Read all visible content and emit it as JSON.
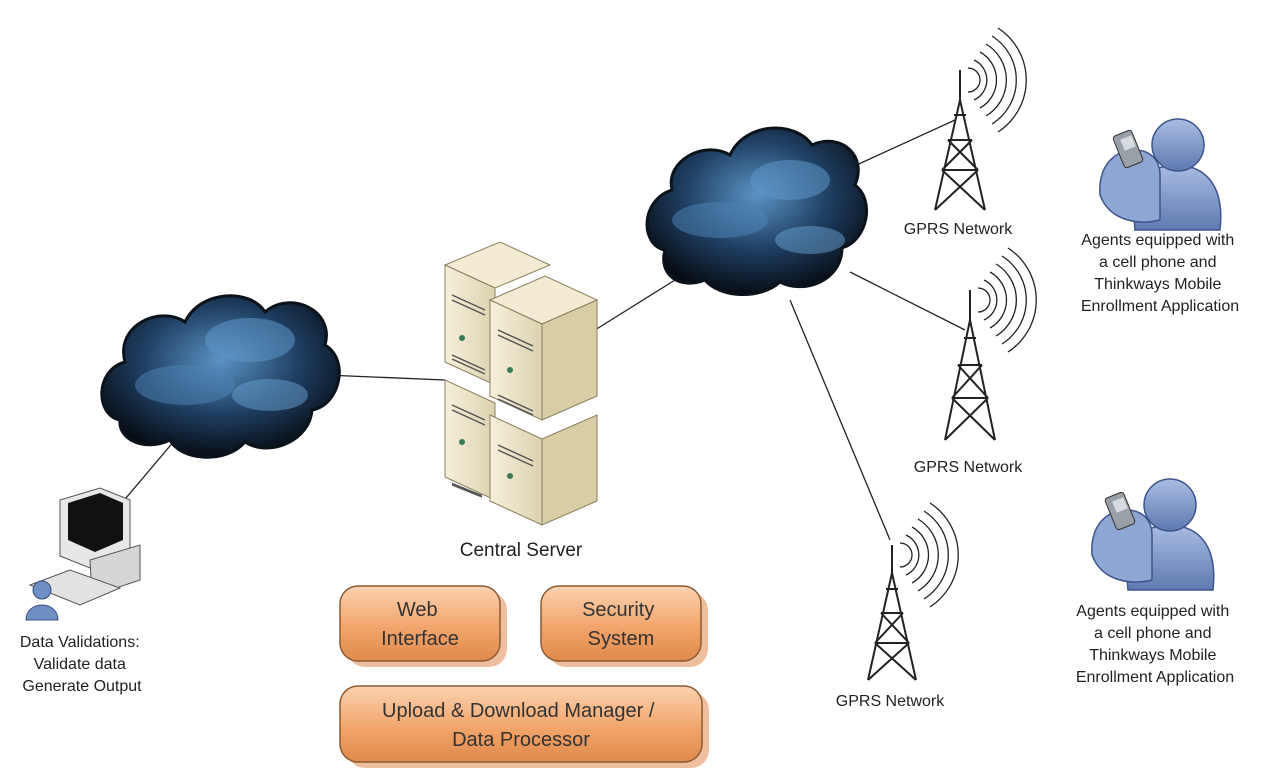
{
  "diagram": {
    "server_label": "Central Server",
    "workstation_label": [
      "Data Validations:",
      "Validate data",
      "Generate Output"
    ],
    "towers": [
      {
        "label": "GPRS Network"
      },
      {
        "label": "GPRS Network"
      },
      {
        "label": "GPRS Network"
      }
    ],
    "agents": [
      {
        "label": [
          "Agents equipped with",
          "a cell phone and",
          "Thinkways Mobile",
          "Enrollment Application"
        ]
      },
      {
        "label": [
          "Agents equipped with",
          "a cell phone and",
          "Thinkways Mobile",
          "Enrollment Application"
        ]
      }
    ],
    "modules": {
      "web_interface": [
        "Web",
        "Interface"
      ],
      "security_system": [
        "Security",
        "System"
      ],
      "upload_download": [
        "Upload & Download Manager /",
        "Data Processor"
      ]
    }
  },
  "colors": {
    "cloud_dark": "#0a1420",
    "cloud_light": "#4f86b8",
    "module_fill": "#f1a36a",
    "module_edge": "#c9753d",
    "server_fill": "#ece3c6",
    "tower": "#2a2a2a",
    "agent_fill": "#7f97c7"
  }
}
